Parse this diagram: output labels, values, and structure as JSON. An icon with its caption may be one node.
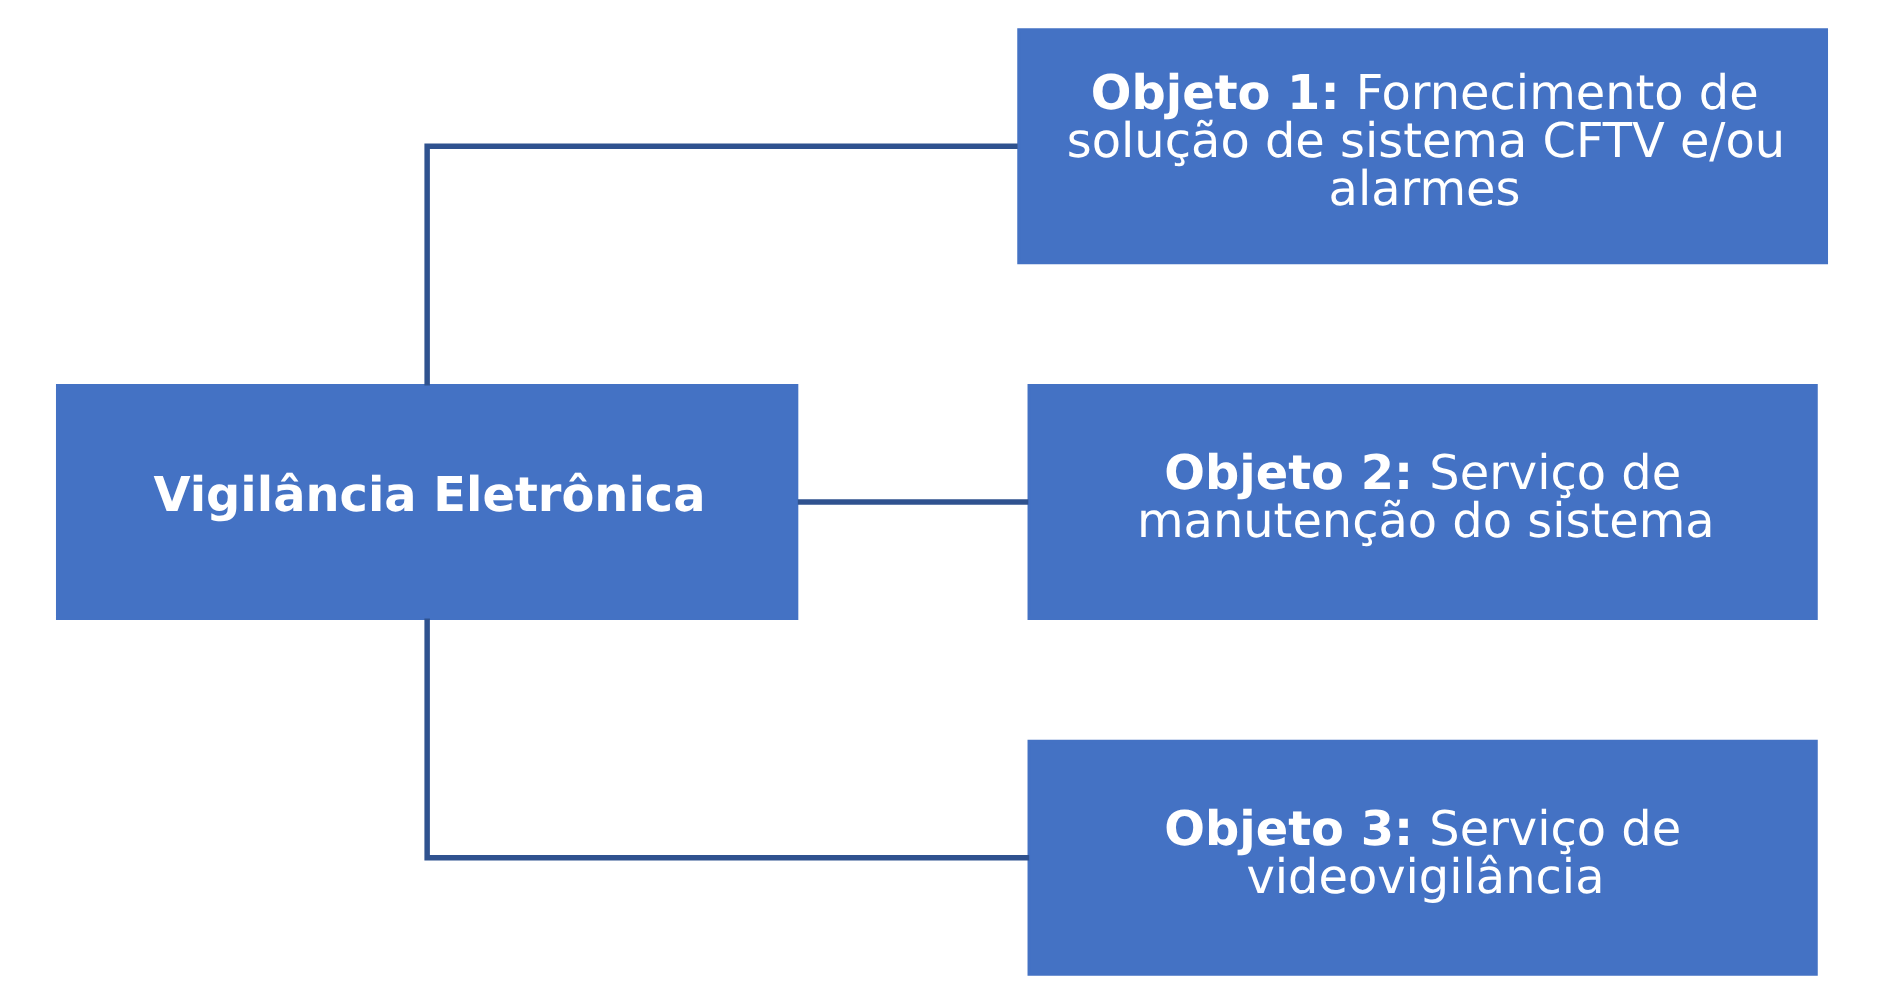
{
  "diagram": {
    "nodes": [
      {
        "text": [
          "Vigilância Eletrônica"
        ]
      },
      {
        "text": [
          "**Objeto 1:** Fornecimento de solução de sistema CFTV e/ou alarmes"
        ]
      },
      {
        "text": [
          "**Objeto 2:** Serviço de manutenção do sistema"
        ]
      },
      {
        "text": [
          "**Objeto 3:** Serviço de videovigilância"
        ]
      }
    ],
    "edges": [
      {
        "from": 0,
        "to": 1,
        "arrow": "none"
      },
      {
        "from": 0,
        "to": 2,
        "arrow": "none"
      },
      {
        "from": 0,
        "to": 3,
        "arrow": "none"
      }
    ]
  }
}
